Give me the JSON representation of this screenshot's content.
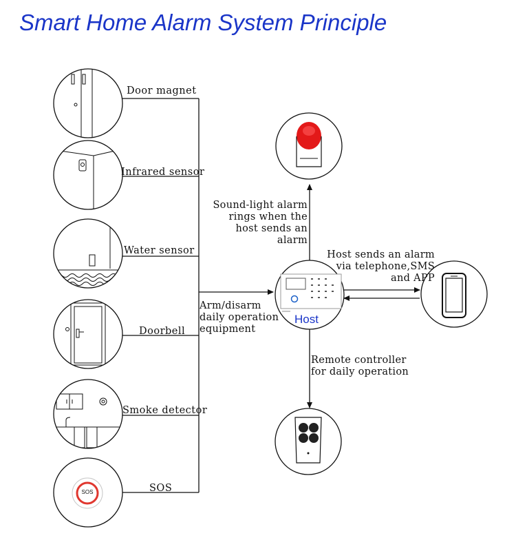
{
  "title": "Smart Home Alarm System Principle",
  "devices": [
    {
      "label": "Door magnet"
    },
    {
      "label": "Infrared sensor"
    },
    {
      "label": "Water sensor"
    },
    {
      "label": "Doorbell"
    },
    {
      "label": "Smoke detector"
    },
    {
      "label": "SOS"
    }
  ],
  "sos_button_text": "SOS",
  "arm_disarm_text": "Arm/disarm\ndaily operation\nequipment",
  "host_label": "Host",
  "siren_text": "Sound-light alarm\nrings when the\nhost sends an\nalarm",
  "phone_text": "Host sends an alarm\nvia telephone,SMS\nand APP",
  "remote_text": "Remote controller\nfor daily operation"
}
